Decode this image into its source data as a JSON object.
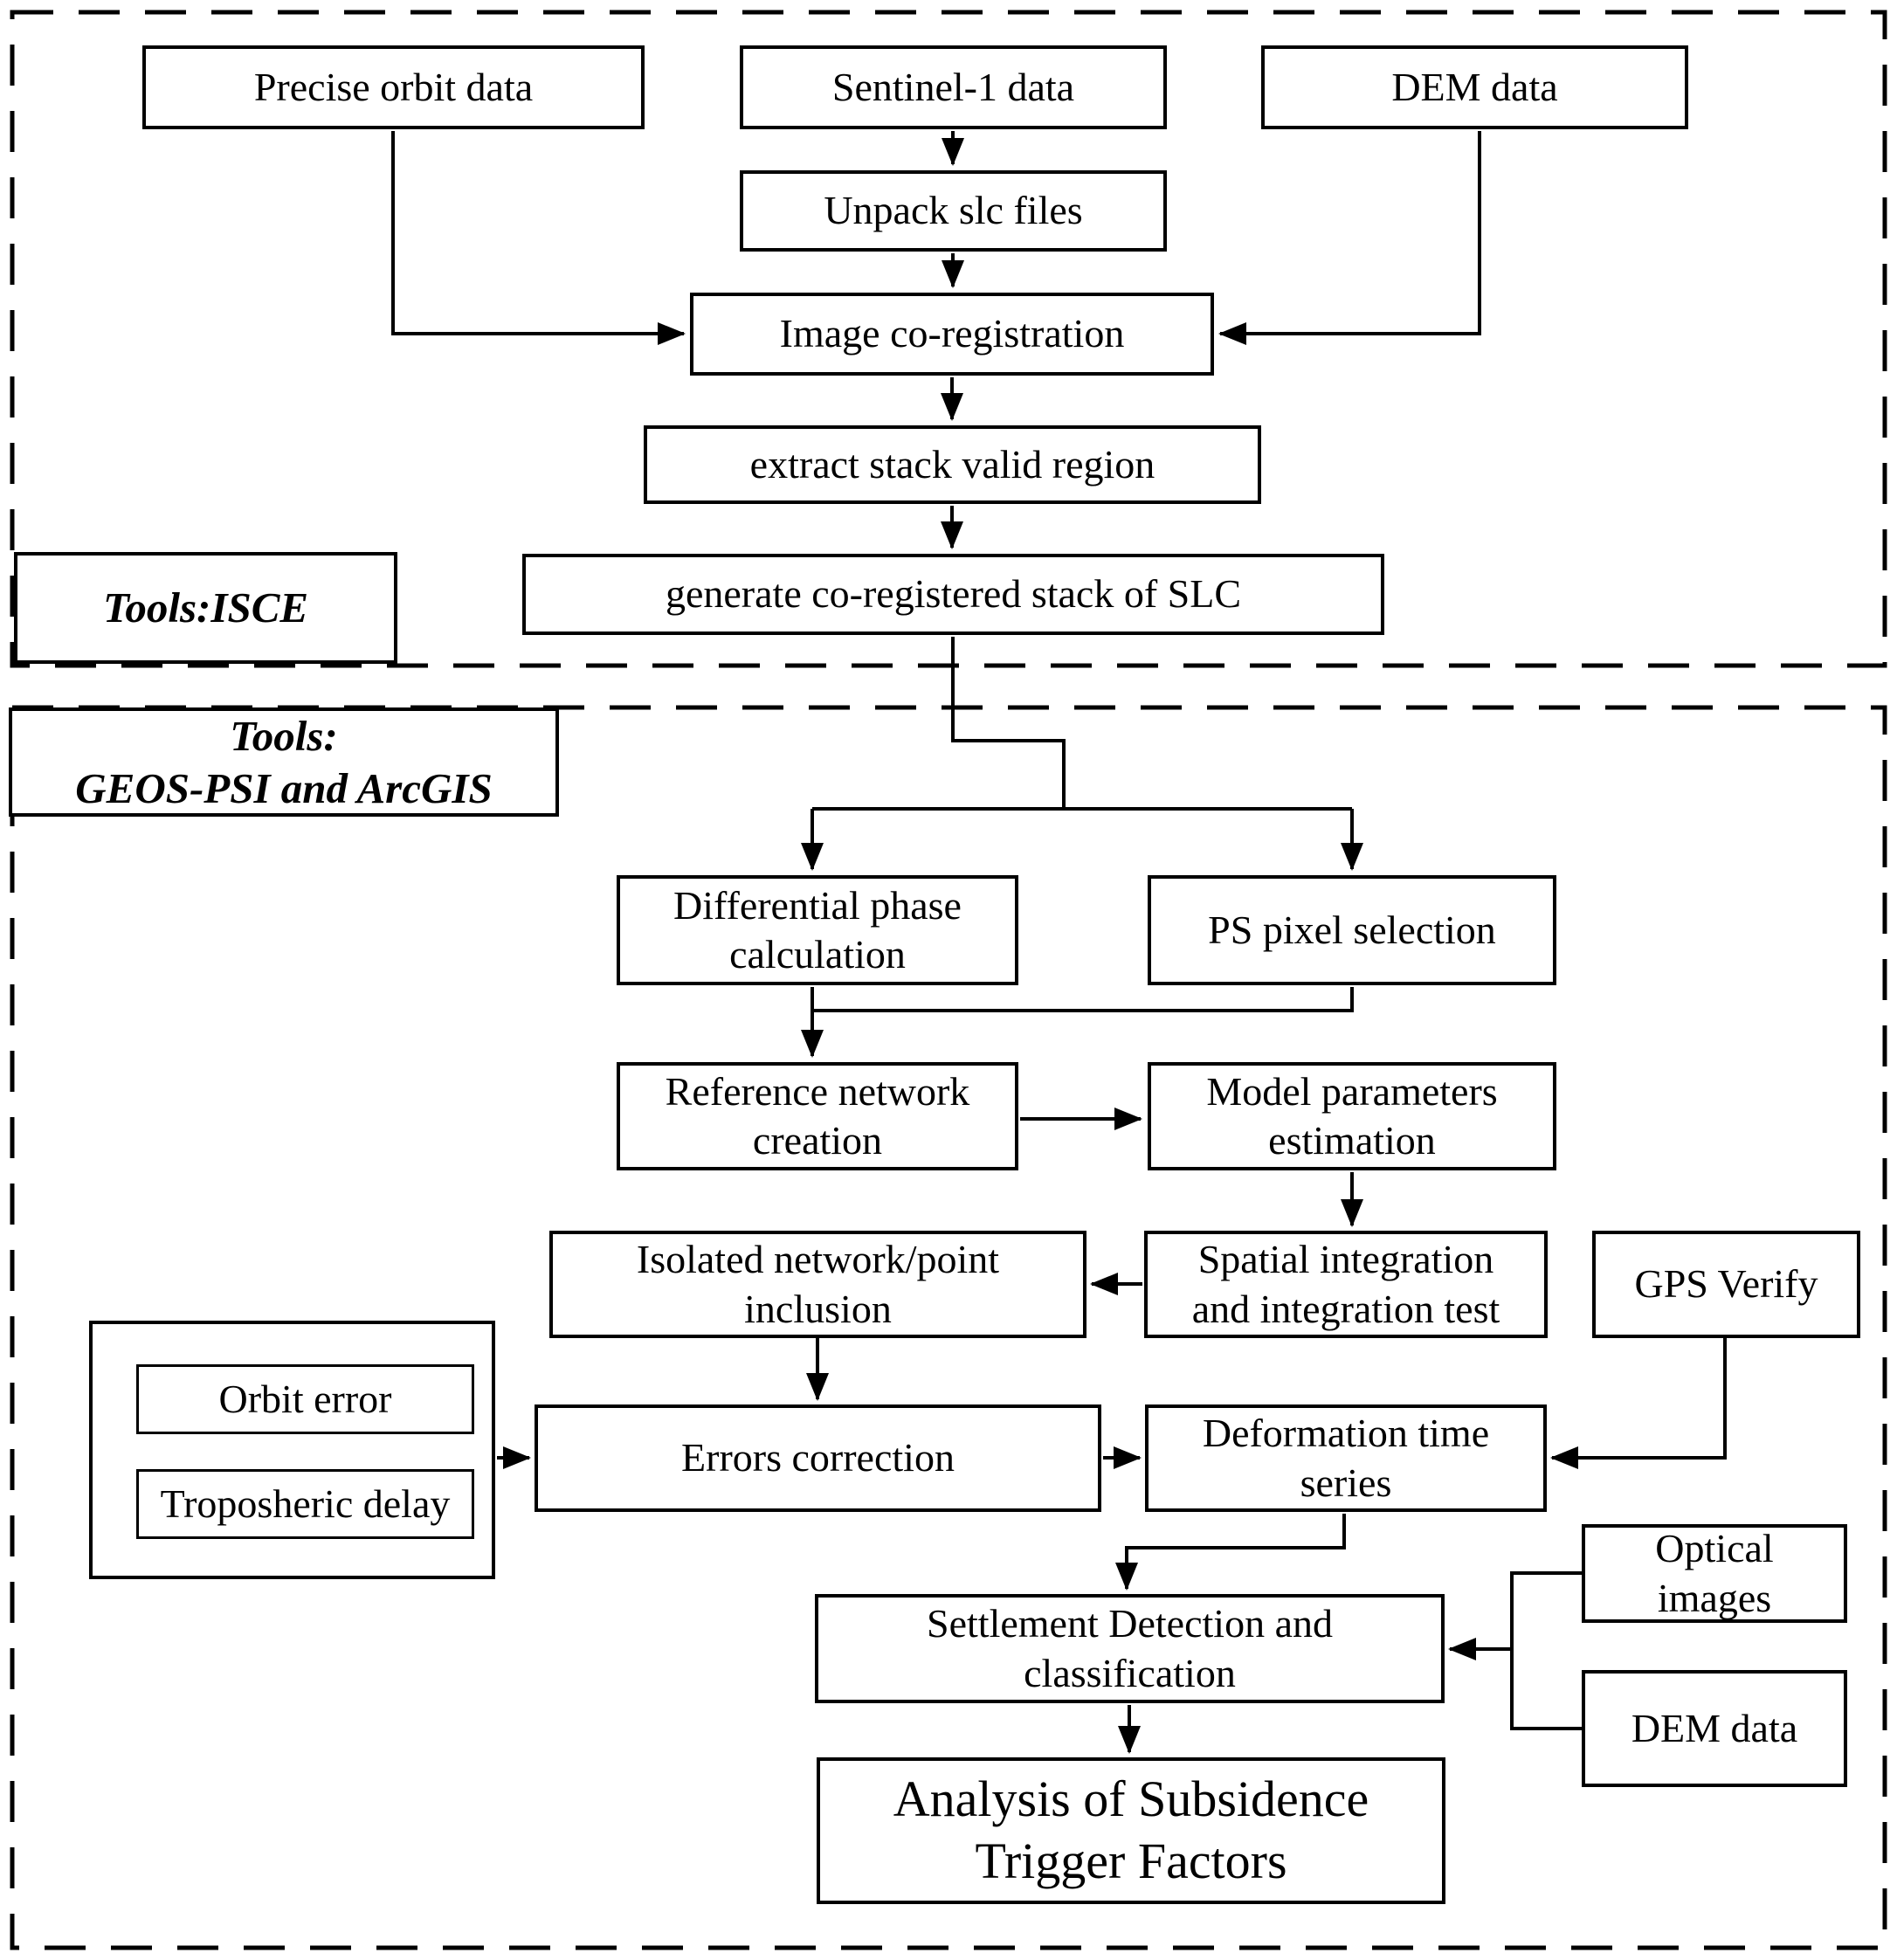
{
  "figure": {
    "type": "flowchart",
    "background_color": "#ffffff",
    "line_color": "#000000",
    "box_fill_color": "#ffffff"
  },
  "nodes": {
    "precise_orbit": {
      "label": "Precise orbit data"
    },
    "sentinel1": {
      "label": "Sentinel-1 data"
    },
    "dem_top": {
      "label": "DEM data"
    },
    "unpack": {
      "label": "Unpack slc files"
    },
    "coregistration": {
      "label": "Image co-registration"
    },
    "extract": {
      "label": "extract stack valid region"
    },
    "generate": {
      "label": "generate co-registered stack of SLC"
    },
    "tools_isce": {
      "label": "Tools:ISCE"
    },
    "tools_geos": {
      "label": "Tools:\nGEOS-PSI and ArcGIS"
    },
    "diff_phase": {
      "label": "Differential phase\ncalculation"
    },
    "ps_pixel": {
      "label": "PS pixel selection"
    },
    "ref_network": {
      "label": "Reference network\ncreation"
    },
    "model_params": {
      "label": "Model parameters\nestimation"
    },
    "isolated": {
      "label": "Isolated network/point\ninclusion"
    },
    "spatial": {
      "label": "Spatial integration\nand integration test"
    },
    "gps_verify": {
      "label": "GPS Verify"
    },
    "orbit_error": {
      "label": "Orbit error"
    },
    "tropo_delay": {
      "label": "Troposheric delay"
    },
    "errors_correction": {
      "label": "Errors correction"
    },
    "deformation": {
      "label": "Deformation time\nseries"
    },
    "settlement": {
      "label": "Settlement Detection and\nclassification"
    },
    "optical": {
      "label": "Optical\nimages"
    },
    "dem_bottom": {
      "label": "DEM data"
    },
    "analysis": {
      "label": "Analysis of Subsidence\nTrigger Factors"
    }
  },
  "edges": [
    {
      "from": "sentinel1",
      "to": "unpack"
    },
    {
      "from": "unpack",
      "to": "coregistration"
    },
    {
      "from": "precise_orbit",
      "to": "coregistration"
    },
    {
      "from": "dem_top",
      "to": "coregistration"
    },
    {
      "from": "coregistration",
      "to": "extract"
    },
    {
      "from": "extract",
      "to": "generate"
    },
    {
      "from": "generate",
      "to": "diff_phase"
    },
    {
      "from": "generate",
      "to": "ps_pixel"
    },
    {
      "from": "diff_phase",
      "to": "ref_network"
    },
    {
      "from": "ps_pixel",
      "to": "ref_network"
    },
    {
      "from": "ref_network",
      "to": "model_params"
    },
    {
      "from": "model_params",
      "to": "spatial"
    },
    {
      "from": "spatial",
      "to": "isolated"
    },
    {
      "from": "isolated",
      "to": "errors_correction"
    },
    {
      "from": "error_sources_group",
      "to": "errors_correction"
    },
    {
      "from": "errors_correction",
      "to": "deformation"
    },
    {
      "from": "gps_verify",
      "to": "deformation"
    },
    {
      "from": "deformation",
      "to": "settlement"
    },
    {
      "from": "optical",
      "to": "settlement"
    },
    {
      "from": "dem_bottom",
      "to": "settlement"
    },
    {
      "from": "settlement",
      "to": "analysis"
    }
  ]
}
